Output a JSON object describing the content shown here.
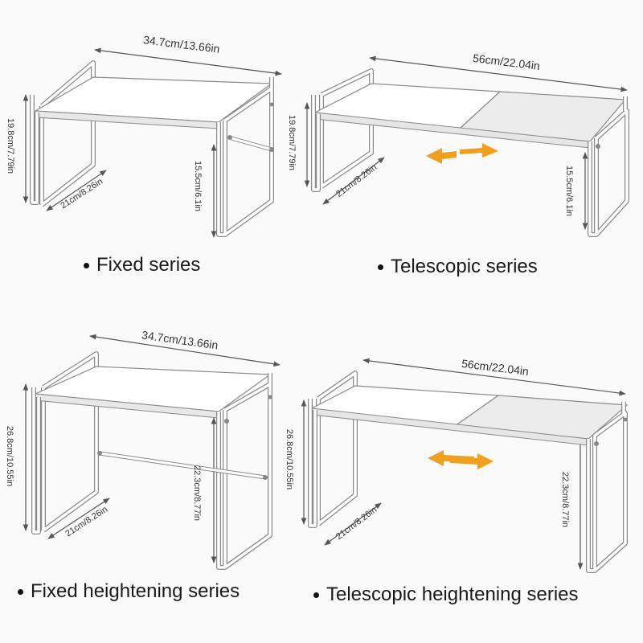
{
  "panels": [
    {
      "caption": "Fixed series",
      "width_label": "34.7cm/13.66in",
      "height_label": "19.8cm/7.79in",
      "depth_label": "21cm/8.26in",
      "inner_height_label": "15.5cm/6.1in"
    },
    {
      "caption": "Telescopic series",
      "width_label": "56cm/22.04in",
      "height_label": "19.8cm/7.79in",
      "depth_label": "21cm/8.26in",
      "inner_height_label": "15.5cm/6.1in"
    },
    {
      "caption": "Fixed heightening series",
      "width_label": "34.7cm/13.66in",
      "height_label": "26.8cm/10.55in",
      "depth_label": "21cm/8.26in",
      "inner_height_label": "22.3cm/8.77in"
    },
    {
      "caption": "Telescopic heightening series",
      "width_label": "56cm/22.04in",
      "height_label": "26.8cm/10.55in",
      "depth_label": "21cm/8.26in",
      "inner_height_label": "22.3cm/8.77in"
    }
  ],
  "colors": {
    "frame": "#ffffff",
    "outline": "#8a8a8a",
    "arrow": "#f0a020"
  }
}
